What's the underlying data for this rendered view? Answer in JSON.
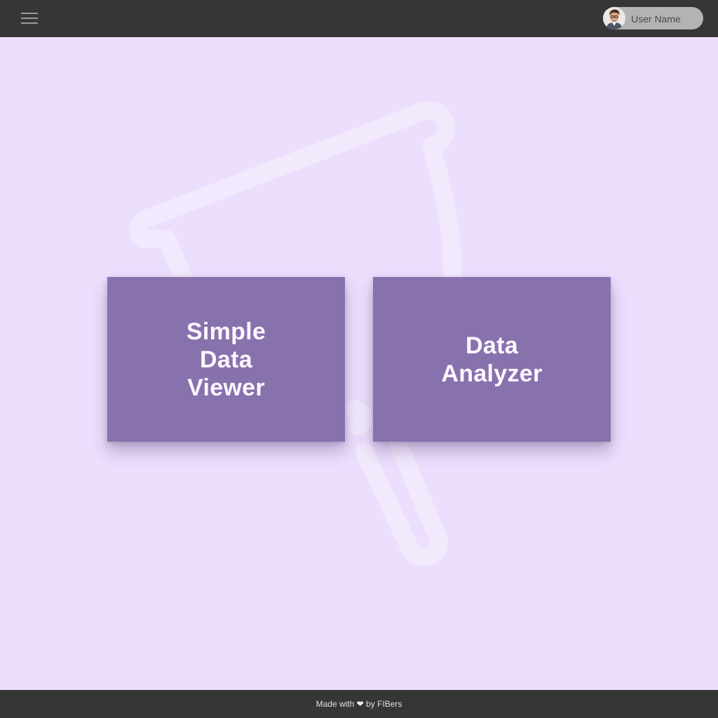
{
  "header": {
    "menu_icon": "hamburger-menu-icon",
    "user": {
      "name": "User Name",
      "avatar_icon": "user-avatar"
    }
  },
  "main": {
    "background_icon": "megaphone-outline-icon",
    "cards": [
      {
        "label_lines": [
          "Simple",
          "Data",
          "Viewer"
        ]
      },
      {
        "label_lines": [
          "Data",
          "Analyzer"
        ]
      }
    ]
  },
  "footer": {
    "made_with": "Made with",
    "heart": "❤",
    "by": "by FIBers",
    "heart_icon": "heart-icon"
  },
  "colors": {
    "bar": "#363636",
    "page_bg": "#ecdefd",
    "card": "#8069a7",
    "card_text": "#fbf7ff"
  }
}
